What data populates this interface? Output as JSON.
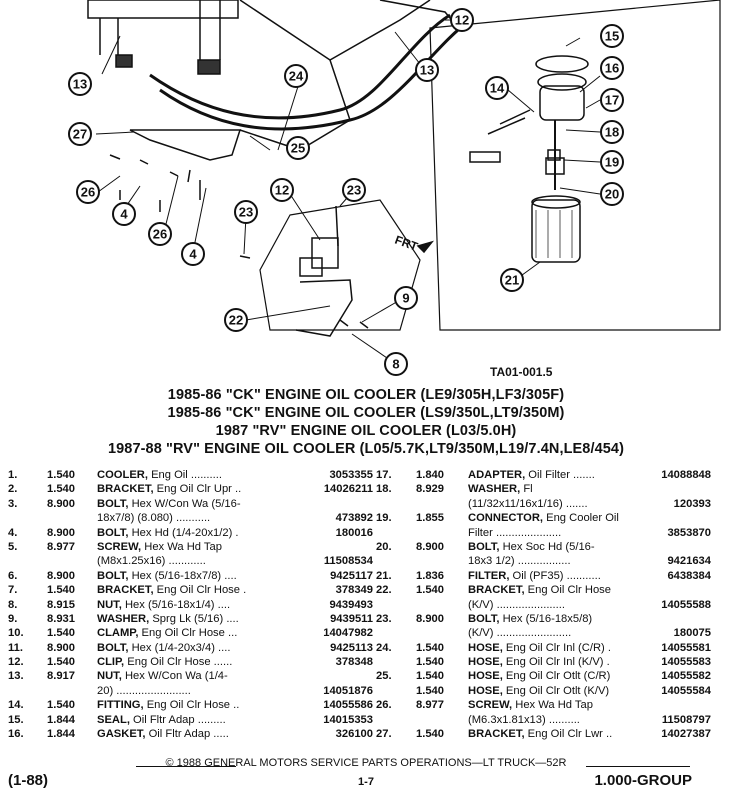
{
  "diagram": {
    "ref_code": "TA01-001.5",
    "frt_label": "FRT",
    "callouts": [
      "12",
      "13",
      "13",
      "15",
      "16",
      "14",
      "17",
      "24",
      "27",
      "18",
      "25",
      "19",
      "26",
      "4",
      "20",
      "12",
      "23",
      "26",
      "4",
      "23",
      "21",
      "9",
      "22",
      "8"
    ]
  },
  "titles": [
    "1985-86 \"CK\" ENGINE OIL COOLER (LE9/305H,LF3/305F)",
    "1985-86 \"CK\" ENGINE OIL COOLER (LS9/350L,LT9/350M)",
    "1987 \"RV\" ENGINE OIL COOLER (L03/5.0H)",
    "1987-88 \"RV\" ENGINE OIL COOLER (L05/5.7K,LT9/350M,L19/7.4N,LE8/454)"
  ],
  "parts_left": [
    {
      "num": "1.",
      "code": "1.540",
      "name": "COOLER,",
      "rest": " Eng Oil ..........",
      "part": "3053355"
    },
    {
      "num": "2.",
      "code": "1.540",
      "name": "BRACKET,",
      "rest": " Eng Oil Clr Upr ..",
      "part": "14026211"
    },
    {
      "num": "3.",
      "code": "8.900",
      "name": "BOLT,",
      "rest": " Hex W/Con Wa (5/16-",
      "part": ""
    },
    {
      "num": "",
      "code": "",
      "name": "",
      "rest": "18x7/8) (8.080) ...........",
      "part": "473892"
    },
    {
      "num": "4.",
      "code": "8.900",
      "name": "BOLT,",
      "rest": " Hex Hd (1/4-20x1/2) .",
      "part": "180016"
    },
    {
      "num": "5.",
      "code": "8.977",
      "name": "SCREW,",
      "rest": " Hex Wa Hd Tap",
      "part": ""
    },
    {
      "num": "",
      "code": "",
      "name": "",
      "rest": "(M8x1.25x16) ............",
      "part": "11508534"
    },
    {
      "num": "6.",
      "code": "8.900",
      "name": "BOLT,",
      "rest": " Hex (5/16-18x7/8) ....",
      "part": "9425117"
    },
    {
      "num": "7.",
      "code": "1.540",
      "name": "BRACKET,",
      "rest": " Eng Oil Clr Hose .",
      "part": "378349"
    },
    {
      "num": "8.",
      "code": "8.915",
      "name": "NUT,",
      "rest": " Hex (5/16-18x1/4) ....",
      "part": "9439493"
    },
    {
      "num": "9.",
      "code": "8.931",
      "name": "WASHER,",
      "rest": " Sprg Lk (5/16) ....",
      "part": "9439511"
    },
    {
      "num": "10.",
      "code": "1.540",
      "name": "CLAMP,",
      "rest": " Eng Oil Clr Hose ...",
      "part": "14047982"
    },
    {
      "num": "11.",
      "code": "8.900",
      "name": "BOLT,",
      "rest": " Hex (1/4-20x3/4) ....",
      "part": "9425113"
    },
    {
      "num": "12.",
      "code": "1.540",
      "name": "CLIP,",
      "rest": " Eng Oil Clr Hose ......",
      "part": "378348"
    },
    {
      "num": "13.",
      "code": "8.917",
      "name": "NUT,",
      "rest": " Hex W/Con Wa (1/4-",
      "part": ""
    },
    {
      "num": "",
      "code": "",
      "name": "",
      "rest": "20) ........................",
      "part": "14051876"
    },
    {
      "num": "14.",
      "code": "1.540",
      "name": "FITTING,",
      "rest": " Eng Oil Clr Hose ..",
      "part": "14055586"
    },
    {
      "num": "15.",
      "code": "1.844",
      "name": "SEAL,",
      "rest": " Oil Fltr Adap .........",
      "part": "14015353"
    },
    {
      "num": "16.",
      "code": "1.844",
      "name": "GASKET,",
      "rest": " Oil Fltr Adap .....",
      "part": "326100"
    }
  ],
  "parts_right": [
    {
      "num": "17.",
      "code": "1.840",
      "name": "ADAPTER,",
      "rest": " Oil Filter .......",
      "part": "14088848"
    },
    {
      "num": "18.",
      "code": "8.929",
      "name": "WASHER,",
      "rest": " Fl",
      "part": ""
    },
    {
      "num": "",
      "code": "",
      "name": "",
      "rest": "(11/32x11/16x1/16) .......",
      "part": "120393"
    },
    {
      "num": "19.",
      "code": "1.855",
      "name": "CONNECTOR,",
      "rest": " Eng Cooler Oil",
      "part": ""
    },
    {
      "num": "",
      "code": "",
      "name": "",
      "rest": "Filter .....................",
      "part": "3853870"
    },
    {
      "num": "20.",
      "code": "8.900",
      "name": "BOLT,",
      "rest": " Hex Soc Hd (5/16-",
      "part": ""
    },
    {
      "num": "",
      "code": "",
      "name": "",
      "rest": "18x3 1/2) .................",
      "part": "9421634"
    },
    {
      "num": "21.",
      "code": "1.836",
      "name": "FILTER,",
      "rest": " Oil (PF35) ...........",
      "part": "6438384"
    },
    {
      "num": "22.",
      "code": "1.540",
      "name": "BRACKET,",
      "rest": " Eng Oil Clr Hose",
      "part": ""
    },
    {
      "num": "",
      "code": "",
      "name": "",
      "rest": "(K/V) ......................",
      "part": "14055588"
    },
    {
      "num": "23.",
      "code": "8.900",
      "name": "BOLT,",
      "rest": " Hex (5/16-18x5/8)",
      "part": ""
    },
    {
      "num": "",
      "code": "",
      "name": "",
      "rest": "(K/V) ........................",
      "part": "180075"
    },
    {
      "num": "24.",
      "code": "1.540",
      "name": "HOSE,",
      "rest": " Eng Oil Clr Inl (C/R) .",
      "part": "14055581"
    },
    {
      "num": "",
      "code": "1.540",
      "name": "HOSE,",
      "rest": " Eng Oil Clr Inl (K/V) .",
      "part": "14055583"
    },
    {
      "num": "25.",
      "code": "1.540",
      "name": "HOSE,",
      "rest": " Eng Oil Clr Otlt (C/R)",
      "part": "14055582"
    },
    {
      "num": "",
      "code": "1.540",
      "name": "HOSE,",
      "rest": " Eng Oil Clr Otlt (K/V)",
      "part": "14055584"
    },
    {
      "num": "26.",
      "code": "8.977",
      "name": "SCREW,",
      "rest": " Hex Wa Hd Tap",
      "part": ""
    },
    {
      "num": "",
      "code": "",
      "name": "",
      "rest": "(M6.3x1.81x13) ..........",
      "part": "11508797"
    },
    {
      "num": "27.",
      "code": "1.540",
      "name": "BRACKET,",
      "rest": " Eng Oil Clr Lwr ..",
      "part": "14027387"
    }
  ],
  "footer": {
    "copyright": "© 1988 GENERAL MOTORS SERVICE PARTS OPERATIONS—LT TRUCK—52R",
    "left": "(1-88)",
    "center": "1-7",
    "right": "1.000-GROUP"
  }
}
